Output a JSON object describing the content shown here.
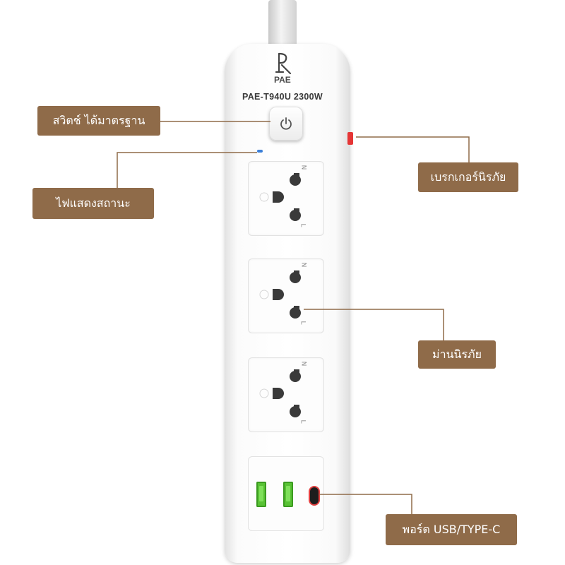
{
  "product": {
    "brand": "PAE",
    "model_text": "PAE-T940U  2300W"
  },
  "callouts": {
    "switch": "สวิตช์ ได้มาตรฐาน",
    "status_light": "ไฟแสดงสถานะ",
    "breaker": "เบรกเกอร์นิรภัย",
    "safety_shutter": "ม่านนิรภัย",
    "usb_ports": "พอร์ต USB/TYPE-C"
  },
  "socket_marks": {
    "neutral": "N",
    "live": "L"
  },
  "colors": {
    "label_bg": "#8f6b49",
    "leader_line": "#8f6b49",
    "led": "#3b7fd8",
    "breaker": "#e53535",
    "usb_a": "#58c234"
  }
}
